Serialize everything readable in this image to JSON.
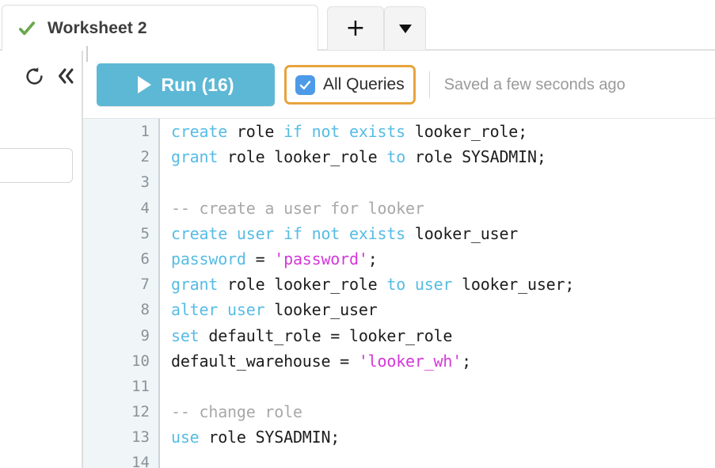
{
  "tabbar": {
    "active_tab": {
      "label": "Worksheet 2",
      "status_icon": "green-check-icon",
      "status_color": "#6aa84f"
    },
    "add_tab_label": "+",
    "menu_caret_label": "▼"
  },
  "left_panel": {
    "refresh_icon": "refresh-icon",
    "collapse_icon": "double-chevron-left-icon",
    "search_input_value": "",
    "search_input_placeholder": ""
  },
  "toolbar": {
    "run_label": "Run (16)",
    "run_play_icon": "play-triangle-icon",
    "run_color": "#5db8d6",
    "all_queries_label": "All Queries",
    "all_queries_checked": true,
    "checkbox_color": "#4d9ae8",
    "focus_ring_color": "#e8a33d",
    "saved_status": "Saved a few seconds ago"
  },
  "editor": {
    "language": "sql",
    "line_numbers": [
      "1",
      "2",
      "3",
      "4",
      "5",
      "6",
      "7",
      "8",
      "9",
      "10",
      "11",
      "12",
      "13",
      "14"
    ],
    "lines": [
      {
        "n": "1",
        "tokens": [
          {
            "t": "create",
            "c": "kw"
          },
          {
            "t": " role ",
            "c": "pln"
          },
          {
            "t": "if not exists",
            "c": "kw"
          },
          {
            "t": " looker_role;",
            "c": "pln"
          }
        ]
      },
      {
        "n": "2",
        "tokens": [
          {
            "t": "grant",
            "c": "kw"
          },
          {
            "t": " role looker_role ",
            "c": "pln"
          },
          {
            "t": "to",
            "c": "kw"
          },
          {
            "t": " role SYSADMIN;",
            "c": "pln"
          }
        ]
      },
      {
        "n": "3",
        "tokens": []
      },
      {
        "n": "4",
        "tokens": [
          {
            "t": "-- create a user for looker",
            "c": "cmt"
          }
        ]
      },
      {
        "n": "5",
        "tokens": [
          {
            "t": "create user if not exists",
            "c": "kw"
          },
          {
            "t": " looker_user",
            "c": "pln"
          }
        ]
      },
      {
        "n": "6",
        "tokens": [
          {
            "t": "password",
            "c": "kw"
          },
          {
            "t": " = ",
            "c": "pln"
          },
          {
            "t": "'password'",
            "c": "str"
          },
          {
            "t": ";",
            "c": "pln"
          }
        ]
      },
      {
        "n": "7",
        "tokens": [
          {
            "t": "grant",
            "c": "kw"
          },
          {
            "t": " role looker_role ",
            "c": "pln"
          },
          {
            "t": "to user",
            "c": "kw"
          },
          {
            "t": " looker_user;",
            "c": "pln"
          }
        ]
      },
      {
        "n": "8",
        "tokens": [
          {
            "t": "alter user",
            "c": "kw"
          },
          {
            "t": " looker_user",
            "c": "pln"
          }
        ]
      },
      {
        "n": "9",
        "tokens": [
          {
            "t": "set",
            "c": "kw"
          },
          {
            "t": " default_role = looker_role",
            "c": "pln"
          }
        ]
      },
      {
        "n": "10",
        "tokens": [
          {
            "t": "default_warehouse = ",
            "c": "pln"
          },
          {
            "t": "'looker_wh'",
            "c": "str"
          },
          {
            "t": ";",
            "c": "pln"
          }
        ]
      },
      {
        "n": "11",
        "tokens": []
      },
      {
        "n": "12",
        "tokens": [
          {
            "t": "-- change role",
            "c": "cmt"
          }
        ]
      },
      {
        "n": "13",
        "tokens": [
          {
            "t": "use",
            "c": "kw"
          },
          {
            "t": " role SYSADMIN;",
            "c": "pln"
          }
        ]
      },
      {
        "n": "14",
        "tokens": []
      }
    ],
    "gutter_bg": "#f0f5f8",
    "keyword_color": "#56bce5",
    "string_color": "#d438d9",
    "comment_color": "#a8a8a8",
    "plain_color": "#1d1d1d"
  }
}
